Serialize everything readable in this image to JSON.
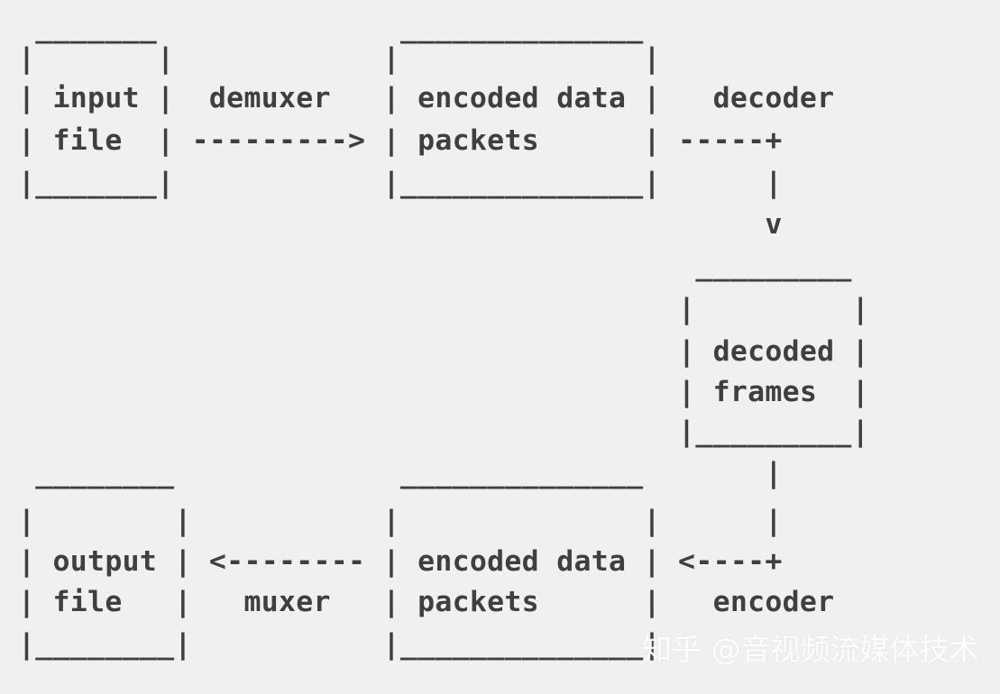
{
  "diagram": {
    "lines": [
      " _______              ______________",
      "|       |            |              |",
      "| input |  demuxer   | encoded data |   decoder",
      "| file  | ---------> | packets      | -----+",
      "|_______|            |______________|      |",
      "                                           v",
      "                                       _________",
      "                                      |         |",
      "                                      | decoded |",
      "                                      | frames  |",
      "                                      |_________|",
      " ________             ______________       |",
      "|        |           |              |      |",
      "| output | <-------- | encoded data | <----+",
      "| file   |   muxer   | packets      |   encoder",
      "|________|           |______________|"
    ]
  },
  "watermark": {
    "text": "知乎 @音视频流媒体技术"
  }
}
